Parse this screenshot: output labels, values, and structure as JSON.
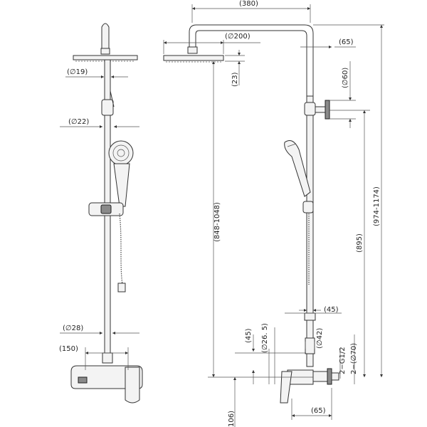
{
  "dimensions": {
    "overall_width": "(380)",
    "head_dia": "(∅200)",
    "arm_offset": "(65)",
    "head_height": "(23)",
    "bracket_dia": "(∅60)",
    "rod_dia_top": "(∅19)",
    "slider_dia": "(∅22)",
    "rail_height": "(848-1048)",
    "total_height": "(974-1174)",
    "head_to_outlet": "(895)",
    "outlet_offset": "(45)",
    "lower_height": "(45)",
    "pipe_dia": "(∅26. 5)",
    "connector_dia": "(∅42)",
    "connection_thread": "2−G1/2",
    "flange_dia": "2−(∅70)",
    "rod_dia_bottom": "(∅28)",
    "centres": "(150)",
    "wall_offset": "(65)",
    "bottom_height": "106)"
  }
}
